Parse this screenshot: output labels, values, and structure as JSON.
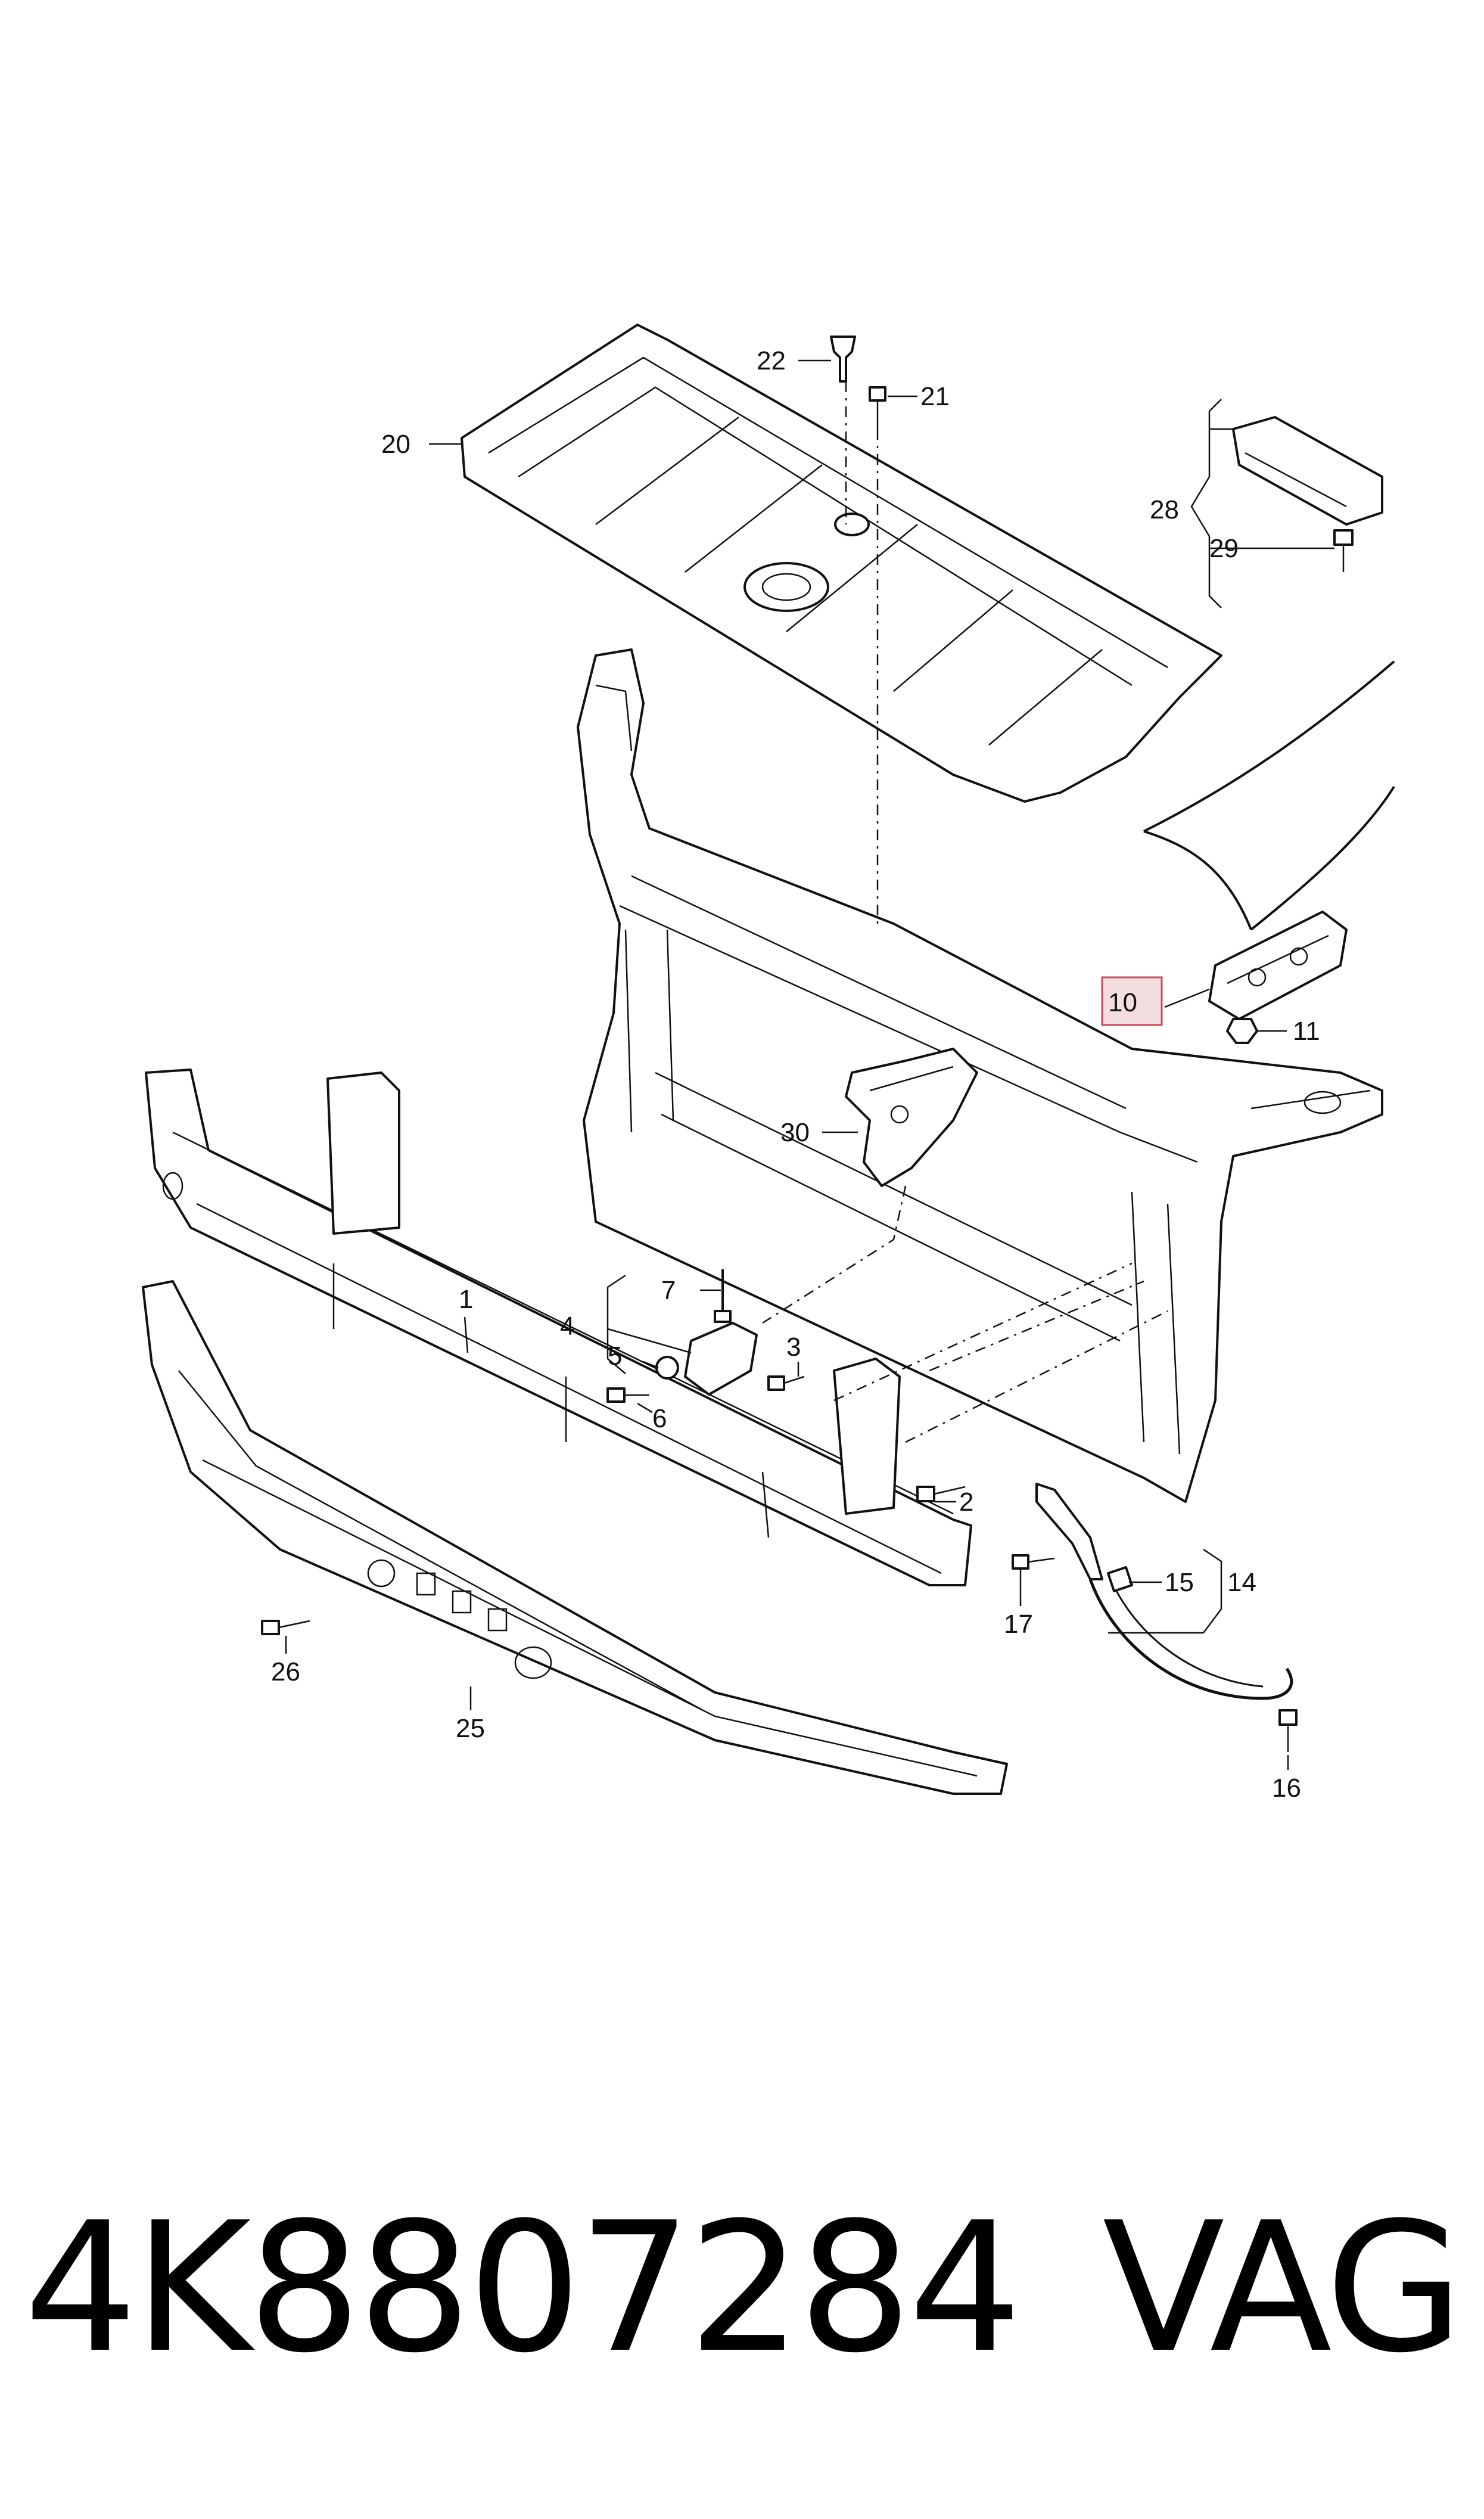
{
  "diagram": {
    "callouts": [
      {
        "id": "c1",
        "text": "1"
      },
      {
        "id": "c2",
        "text": "2"
      },
      {
        "id": "c3",
        "text": "3"
      },
      {
        "id": "c4",
        "text": "4"
      },
      {
        "id": "c5",
        "text": "5"
      },
      {
        "id": "c6",
        "text": "6"
      },
      {
        "id": "c7",
        "text": "7"
      },
      {
        "id": "c10",
        "text": "10"
      },
      {
        "id": "c11",
        "text": "11"
      },
      {
        "id": "c14",
        "text": "14"
      },
      {
        "id": "c15",
        "text": "15"
      },
      {
        "id": "c16",
        "text": "16"
      },
      {
        "id": "c17",
        "text": "17"
      },
      {
        "id": "c20",
        "text": "20"
      },
      {
        "id": "c21",
        "text": "21"
      },
      {
        "id": "c22",
        "text": "22"
      },
      {
        "id": "c25",
        "text": "25"
      },
      {
        "id": "c26",
        "text": "26"
      },
      {
        "id": "c28",
        "text": "28"
      },
      {
        "id": "c29",
        "text": "29"
      },
      {
        "id": "c30",
        "text": "30"
      }
    ],
    "highlighted_callout": "10",
    "highlight_color": "#f4dde0"
  },
  "footer": {
    "part_number": "4K8807284",
    "brand": "VAG"
  }
}
